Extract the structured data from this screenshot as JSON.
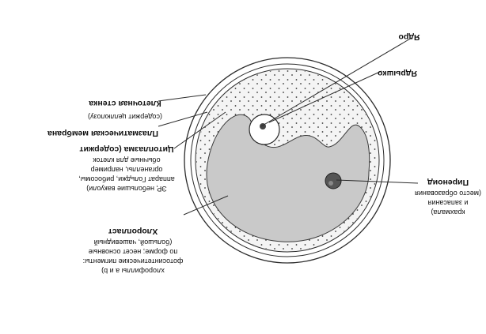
{
  "labels": {
    "nucleus": "Ядро",
    "nucleolus": "Ядрышко",
    "cell_wall": "Клеточная стенка",
    "cell_wall_note": "(содержит целлюлозу)",
    "plasma_membrane": "Плазматическая мембрана",
    "cytoplasm": "Цитоплазма (содержит",
    "cytoplasm_note": [
      "обычные для клеток",
      "органеллы, например",
      "аппарат Гольджи, рибосомы,",
      "ЭР, небольшие вакуоли)"
    ],
    "chloroplast": "Хлоропласт",
    "chloroplast_note": [
      "(большой, чашевидный",
      "по форме; несет основные",
      "фотосинтетические пигменты:",
      "хлорофиллы а и b)"
    ],
    "pyrenoid": "Пиреноид",
    "pyrenoid_note": [
      "(место образования",
      "и запасания",
      "крахмала)"
    ]
  },
  "colors": {
    "chloroplast_fill": "#c9c9c9",
    "cytoplasm_fill": "#f4f4f4",
    "pyrenoid_fill": "#555555",
    "outline": "#2b2b2b"
  },
  "orientation_note_hidden": false
}
